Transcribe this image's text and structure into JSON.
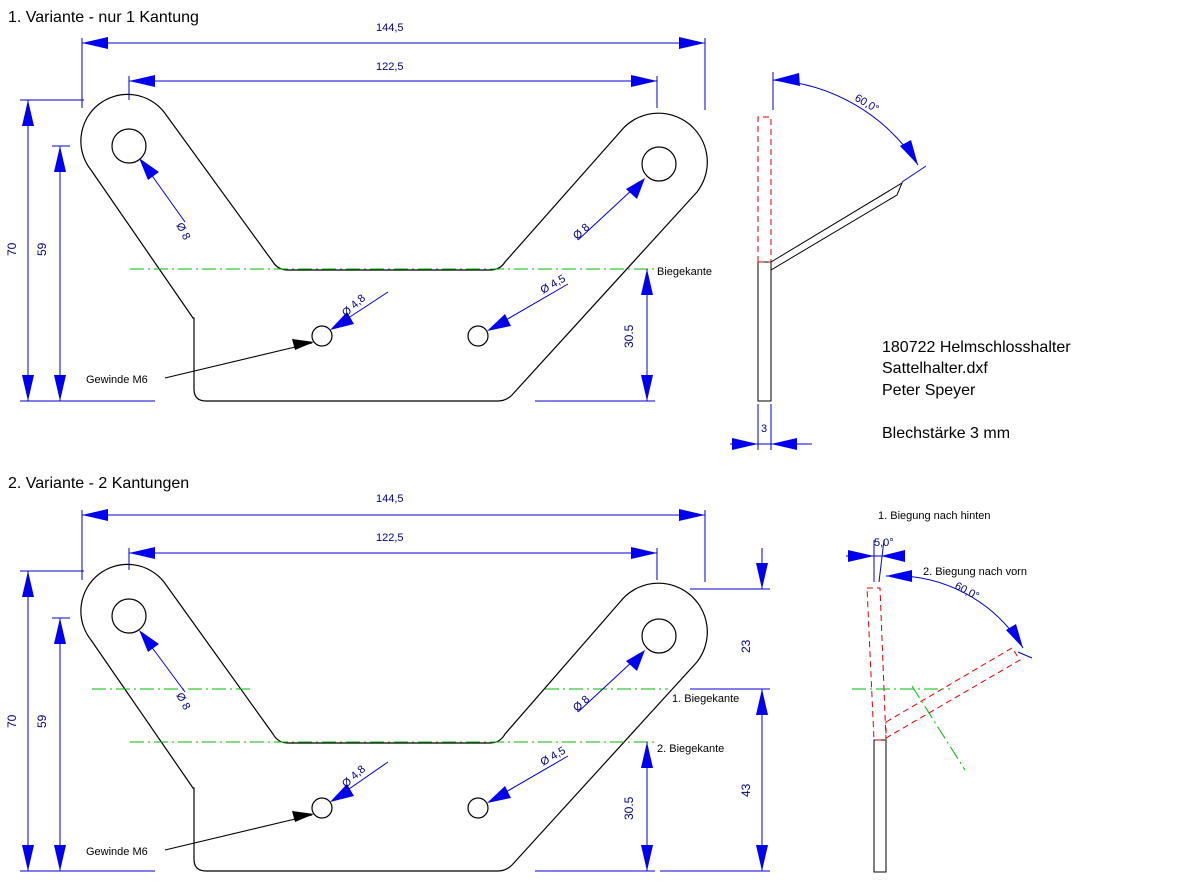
{
  "variant1": {
    "title": "1. Variante - nur 1 Kantung",
    "dims": {
      "overall_width": "144,5",
      "hole_spacing": "122,5",
      "height": "70",
      "hole_height": "59",
      "bend_height": "30.5",
      "thickness": "3",
      "angle": "60,0°",
      "hole_dia_left": "Ø 8",
      "hole_dia_right": "Ø 8",
      "small_hole_left": "Ø 4,8",
      "small_hole_right": "Ø 4,5"
    },
    "labels": {
      "bend": "Biegekante",
      "thread": "Gewinde M6"
    }
  },
  "info": {
    "line1": "180722 Helmschlosshalter",
    "line2": "Sattelhalter.dxf",
    "line3": "Peter Speyer",
    "line4": "Blechstärke 3 mm"
  },
  "variant2": {
    "title": "2. Variante -  2 Kantungen",
    "dims": {
      "overall_width": "144,5",
      "hole_spacing": "122,5",
      "height": "70",
      "hole_height": "59",
      "bend2_height": "30.5",
      "bend1_height": "43",
      "top_offset": "23",
      "angle1": "5,0°",
      "angle2": "60,0°",
      "hole_dia_left": "Ø 8",
      "hole_dia_right": "Ø 8",
      "small_hole_left": "Ø 4,8",
      "small_hole_right": "Ø 4,5"
    },
    "labels": {
      "bend1": "1. Biegekante",
      "bend2": "2. Biegekante",
      "thread": "Gewinde M6",
      "bend1_note": "1. Biegung nach hinten",
      "bend2_note": "2. Biegung nach vorn"
    }
  },
  "colors": {
    "outline": "#000000",
    "dimension": "#0000cc",
    "bend_line": "#00bb00",
    "bent_position": "#dd0000"
  }
}
